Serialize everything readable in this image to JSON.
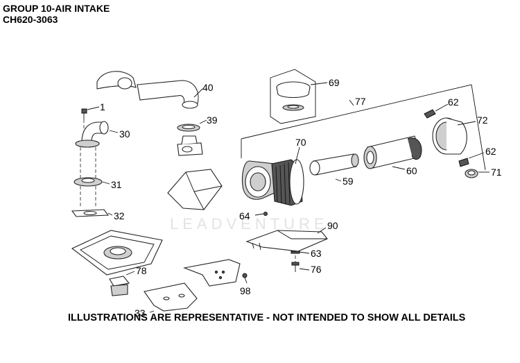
{
  "header": {
    "title": "GROUP 10-AIR INTAKE",
    "model": "CH620-3063"
  },
  "watermark": "LEADVENTURE",
  "footer": "ILLUSTRATIONS ARE REPRESENTATIVE - NOT INTENDED TO SHOW ALL DETAILS",
  "callouts": {
    "c1": "1",
    "c30": "30",
    "c31": "31",
    "c32": "32",
    "c33": "33",
    "c39": "39",
    "c40": "40",
    "c59": "59",
    "c60": "60",
    "c62a": "62",
    "c62b": "62",
    "c63": "63",
    "c64": "64",
    "c69": "69",
    "c70": "70",
    "c71": "71",
    "c72": "72",
    "c76": "76",
    "c77": "77",
    "c78": "78",
    "c90": "90",
    "c98": "98"
  }
}
